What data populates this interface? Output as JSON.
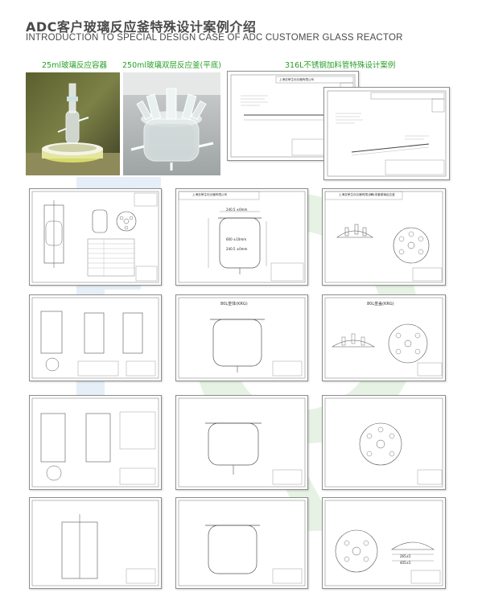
{
  "page": {
    "title_cn": "ADC客户玻璃反应釜特殊设计案例介绍",
    "title_en": "INTRODUCTION TO SPECIAL DESIGN CASE OF ADC CUSTOMER GLASS REACTOR"
  },
  "captions": {
    "photo1": "25ml玻璃反应容器",
    "photo2": "250ml玻璃双层反应釜(平底)",
    "drawing_316l": "316L不锈钢加料管特殊设计案例"
  },
  "colors": {
    "caption_green": "#27a027",
    "watermark_green": "#dbeed9",
    "watermark_blue": "#d9e7f4"
  },
  "sheet_text": {
    "company": "上海亚荣生化仪器有限公司",
    "sheet_2_3": "50L夹套玻璃反应釜",
    "sheet_3_2": "80L釜体(KRG)",
    "sheet_3_3": "80L釜盖(KRG)"
  },
  "drawing_labels": {
    "dim_top": "240.5 ±0mm",
    "dim_mid": "600 ±10mm",
    "dim_bottom": "240.5 ±0mm",
    "lid_dim_a": "265±5",
    "lid_dim_b": "405±5"
  }
}
